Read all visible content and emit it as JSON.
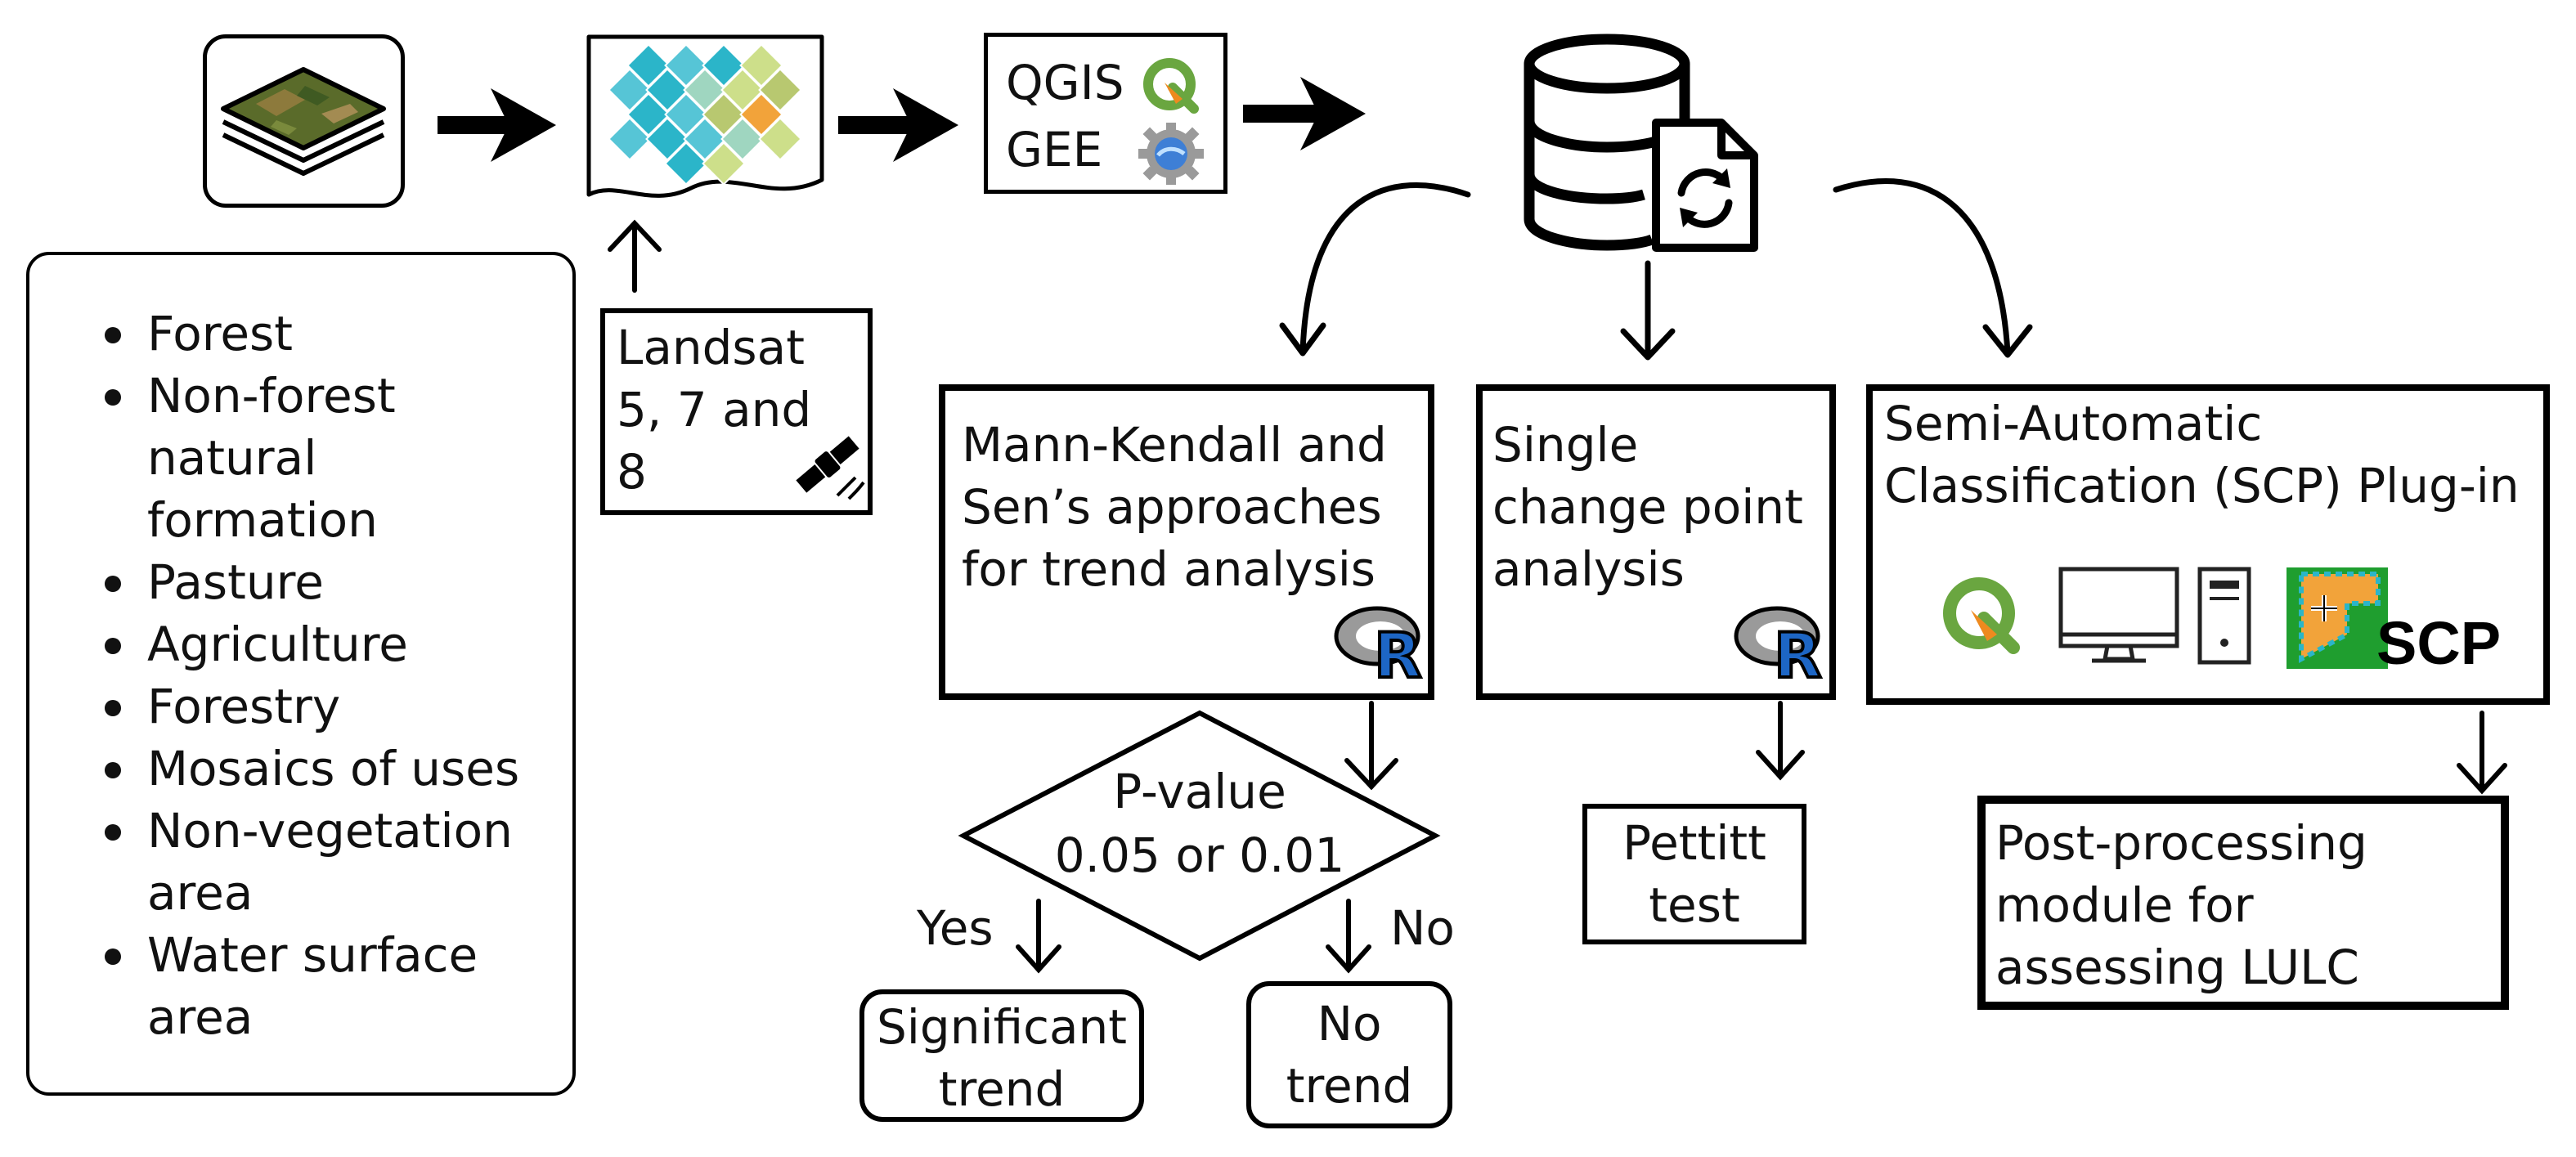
{
  "landsat": {
    "text": "Landsat\n5, 7 and\n8"
  },
  "software": {
    "qgis": "QGIS",
    "gee": "GEE"
  },
  "classes": {
    "items": [
      "Forest",
      "Non-forest\nnatural\nformation",
      "Pasture",
      "Agriculture",
      "Forestry",
      "Mosaics of uses",
      "Non-vegetation\narea",
      "Water surface\narea"
    ]
  },
  "trend": {
    "text": "Mann-Kendall and\nSen’s approaches\nfor trend analysis"
  },
  "decision": {
    "line1": "P-value",
    "line2": "0.05 or 0.01",
    "yes": "Yes",
    "no": "No"
  },
  "outcomes": {
    "significant": "Significant\ntrend",
    "none": "No\ntrend"
  },
  "changepoint": {
    "text": "Single\nchange point\nanalysis"
  },
  "pettitt": {
    "text": "Pettitt\ntest"
  },
  "scp": {
    "text": "Semi-Automatic\nClassification (SCP) Plug-in",
    "logo_text": "SCP"
  },
  "post": {
    "text": "Post-processing\nmodule for\nassessing LULC"
  },
  "icons": {
    "r_logo_letter": "R",
    "colors": {
      "qgis_green": "#6aa640",
      "qgis_orange": "#ee8a1f",
      "teal": "#2bb5c9",
      "olive": "#b8c870",
      "scp_green": "#1f9e2f",
      "scp_orange": "#f2a33a",
      "r_blue": "#1d66c5",
      "r_grey": "#9a9a9a"
    }
  }
}
